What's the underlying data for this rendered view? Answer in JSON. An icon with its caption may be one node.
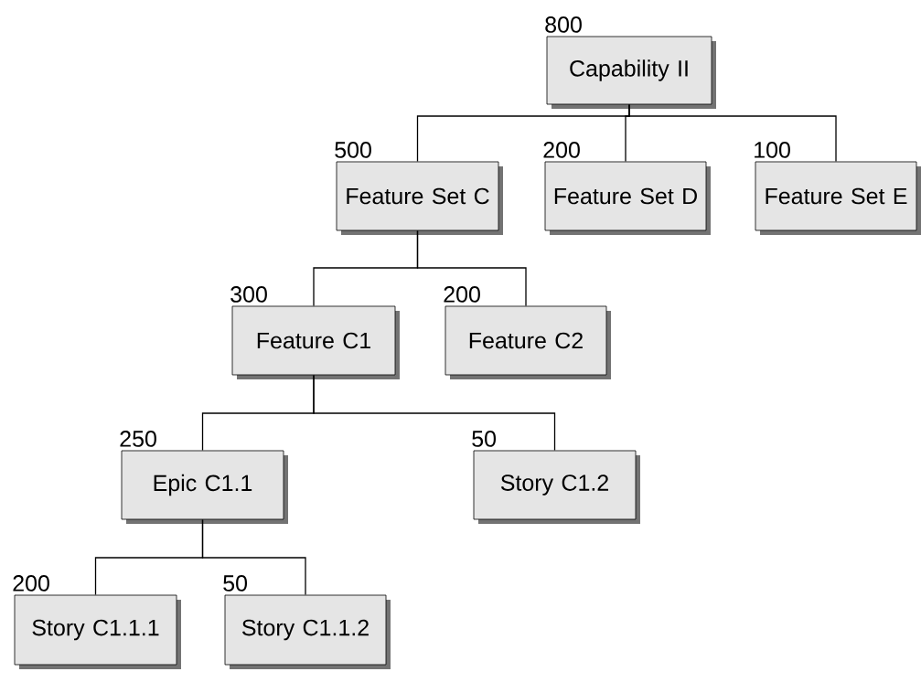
{
  "diagram": {
    "nodes": [
      {
        "text": [
          "Capability II"
        ],
        "beside": [
          "800"
        ]
      },
      {
        "text": [
          "Feature Set C"
        ],
        "beside": [
          "500"
        ]
      },
      {
        "text": [
          "Feature Set D"
        ],
        "beside": [
          "200"
        ]
      },
      {
        "text": [
          "Feature Set E"
        ],
        "beside": [
          "100"
        ]
      },
      {
        "text": [
          "Feature C1"
        ],
        "beside": [
          "300"
        ]
      },
      {
        "text": [
          "Feature C2"
        ],
        "beside": [
          "200"
        ]
      },
      {
        "text": [
          "Epic C1.1"
        ],
        "beside": [
          "250"
        ]
      },
      {
        "text": [
          "Story C1.2"
        ],
        "beside": [
          "50"
        ]
      },
      {
        "text": [
          "Story C1.1.1"
        ],
        "beside": [
          "200"
        ]
      },
      {
        "text": [
          "Story C1.1.2"
        ],
        "beside": [
          "50"
        ]
      }
    ],
    "edges": [
      {
        "from": 0,
        "to": 1,
        "arrow": "none"
      },
      {
        "from": 0,
        "to": 2,
        "arrow": "none"
      },
      {
        "from": 0,
        "to": 3,
        "arrow": "none"
      },
      {
        "from": 1,
        "to": 4,
        "arrow": "none"
      },
      {
        "from": 1,
        "to": 5,
        "arrow": "none"
      },
      {
        "from": 4,
        "to": 6,
        "arrow": "none"
      },
      {
        "from": 4,
        "to": 7,
        "arrow": "none"
      },
      {
        "from": 6,
        "to": 8,
        "arrow": "none"
      },
      {
        "from": 6,
        "to": 9,
        "arrow": "none"
      }
    ]
  }
}
